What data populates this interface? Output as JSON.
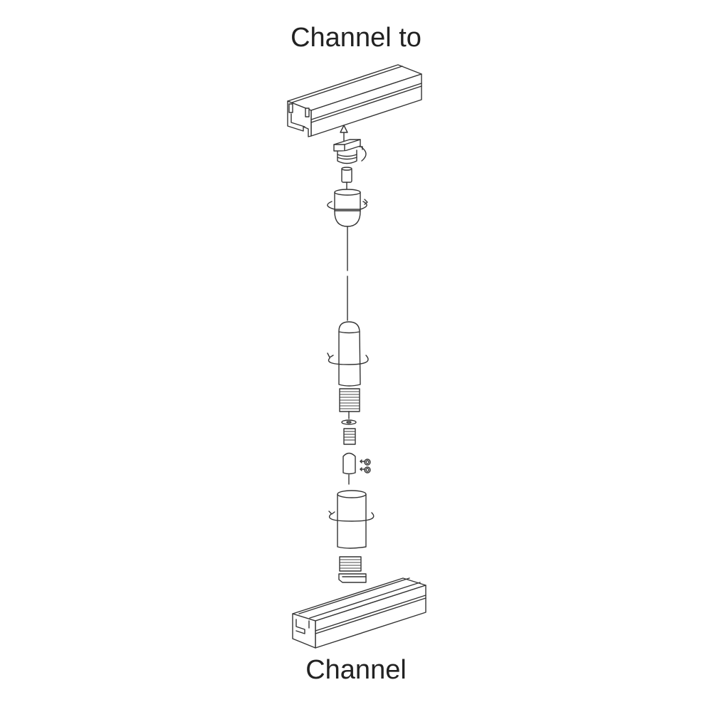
{
  "diagram": {
    "title_top": "Channel to",
    "title_bottom": "Channel",
    "type": "exploded-assembly",
    "components": [
      {
        "id": "top-channel",
        "name": "Channel (upper aluminium profile)"
      },
      {
        "id": "top-slider-nut",
        "name": "Slider nut with threaded stud",
        "motion": "rotate"
      },
      {
        "id": "grub-insert",
        "name": "Small cylindrical insert"
      },
      {
        "id": "top-cable-gripper",
        "name": "Top cable holder",
        "motion": "rotate"
      },
      {
        "id": "cable",
        "name": "Steel cable"
      },
      {
        "id": "upper-sleeve",
        "name": "Adjuster sleeve with threaded end",
        "motion": "rotate"
      },
      {
        "id": "washer",
        "name": "Washer"
      },
      {
        "id": "spring",
        "name": "Threaded spring coupler"
      },
      {
        "id": "lock-body",
        "name": "Cable lock body"
      },
      {
        "id": "set-screws",
        "name": "Set screws (x2)",
        "motion": "insert"
      },
      {
        "id": "lower-sleeve",
        "name": "Lower sleeve",
        "motion": "rotate"
      },
      {
        "id": "bottom-slider-nut",
        "name": "Threaded slider nut"
      },
      {
        "id": "bottom-channel",
        "name": "Channel (lower aluminium profile)"
      }
    ],
    "colors": {
      "line": "#333333",
      "text": "#222222",
      "background": "#ffffff"
    }
  }
}
